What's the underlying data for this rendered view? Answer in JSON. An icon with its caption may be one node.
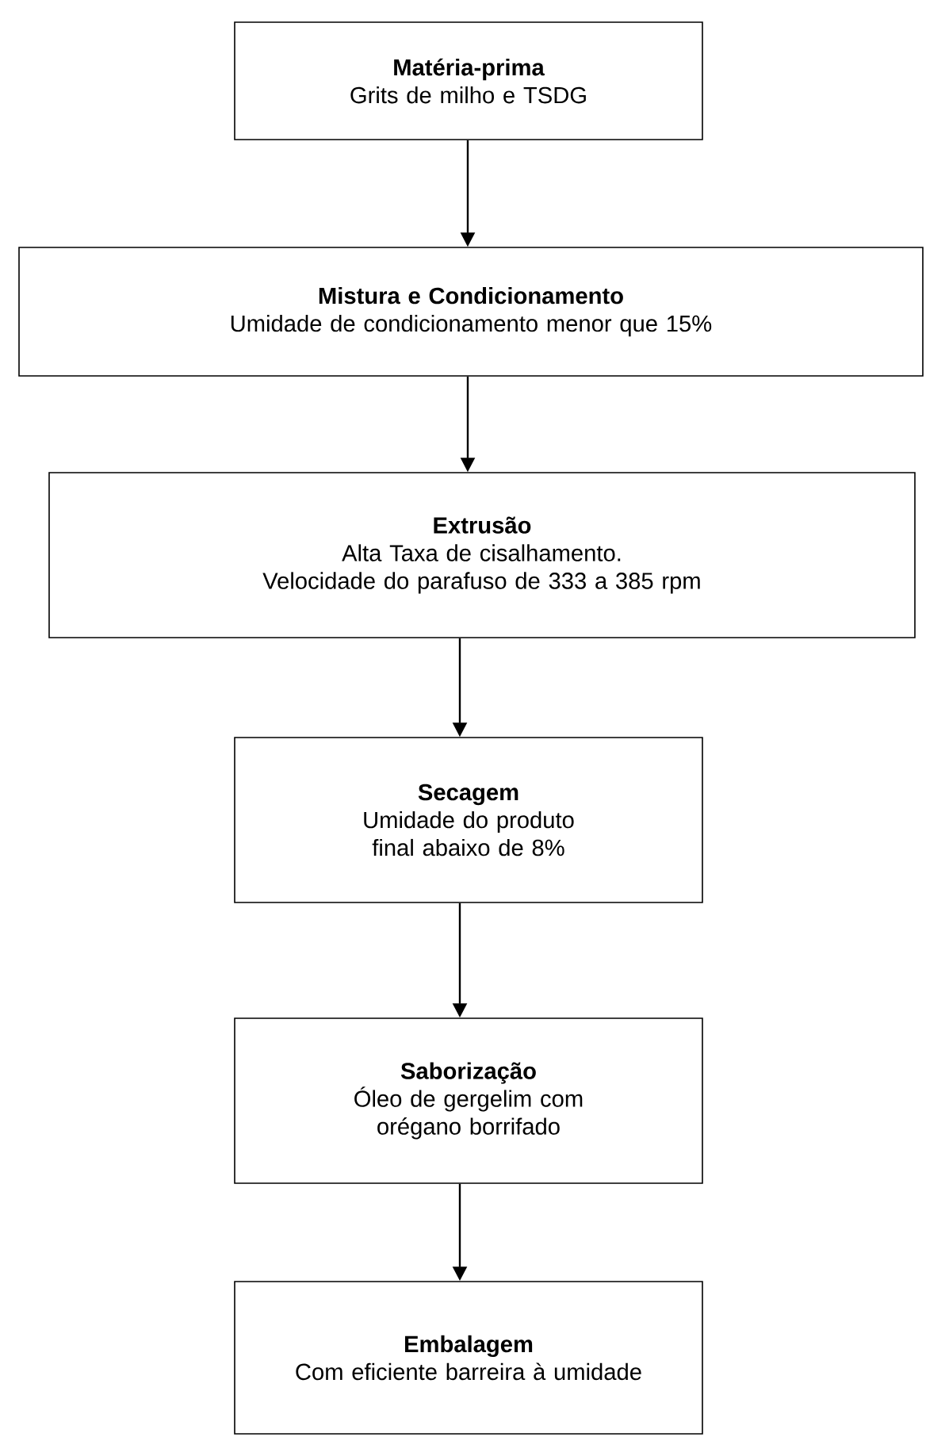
{
  "diagram": {
    "nodes": [
      {
        "text": [
          "Matéria-prima",
          "Grits de milho e TSDG"
        ]
      },
      {
        "text": [
          "Mistura e Condicionamento",
          "Umidade de condicionamento menor que 15%"
        ]
      },
      {
        "text": [
          "Extrusão",
          "Alta Taxa de cisalhamento.",
          "Velocidade do parafuso de 333 a 385 rpm"
        ]
      },
      {
        "text": [
          "Secagem",
          "Umidade do produto final abaixo de 8%"
        ]
      },
      {
        "text": [
          "Saborização",
          "Óleo de gergelim com orégano borrifado"
        ]
      },
      {
        "text": [
          "Embalagem",
          "Com eficiente barreira à umidade"
        ]
      }
    ],
    "edges": [
      {
        "from": 0,
        "to": 1,
        "arrow": "to"
      },
      {
        "from": 1,
        "to": 2,
        "arrow": "to"
      },
      {
        "from": 2,
        "to": 3,
        "arrow": "to"
      },
      {
        "from": 3,
        "to": 4,
        "arrow": "to"
      },
      {
        "from": 4,
        "to": 5,
        "arrow": "to"
      }
    ]
  }
}
